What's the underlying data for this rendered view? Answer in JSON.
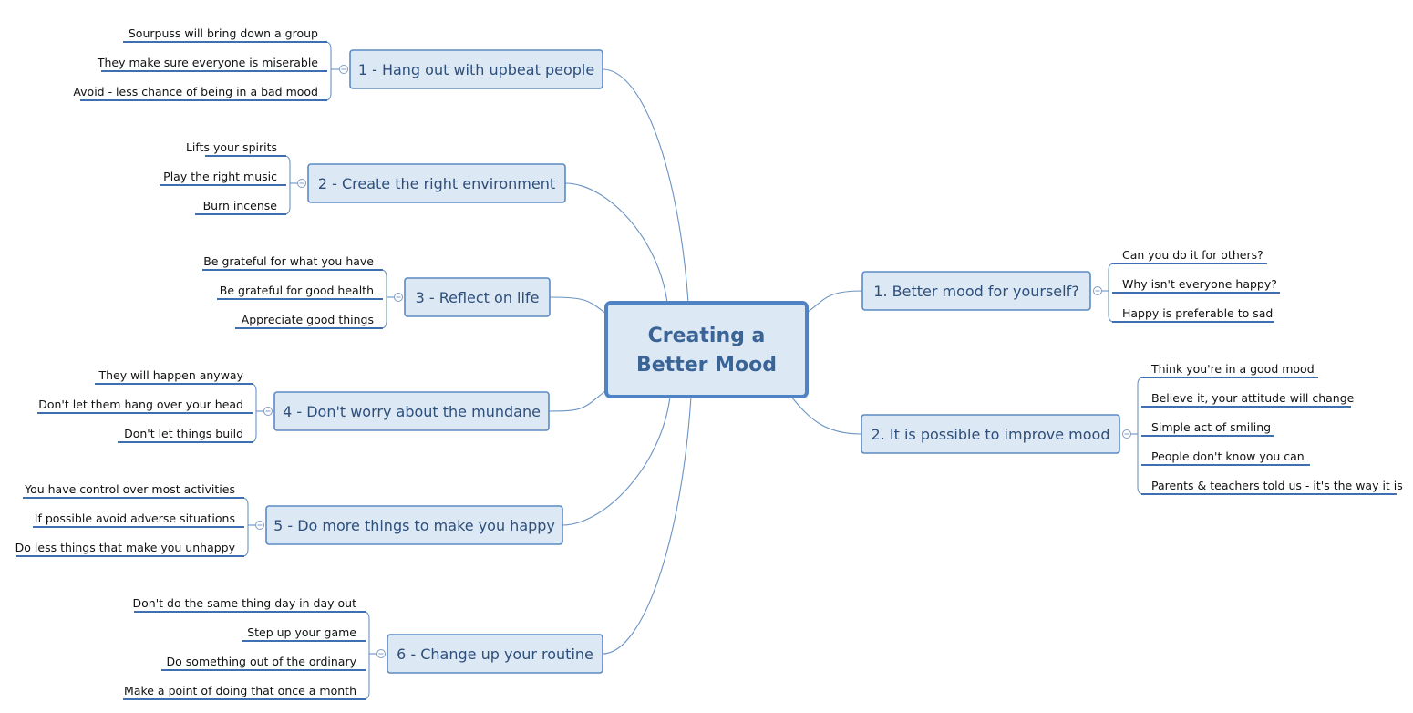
{
  "central": {
    "lines": [
      "Creating a",
      "Better Mood"
    ]
  },
  "branches": [
    {
      "label": "1 - Hang out with upbeat people",
      "children": [
        "Sourpuss will bring down a group",
        "They make sure everyone is miserable",
        "Avoid - less chance of being in a bad mood"
      ]
    },
    {
      "label": "2 - Create the right environment",
      "children": [
        "Lifts your spirits",
        "Play the right music",
        "Burn incense"
      ]
    },
    {
      "label": "3 - Reflect on life",
      "children": [
        "Be grateful for what you have",
        "Be grateful for good health",
        "Appreciate good things"
      ]
    },
    {
      "label": "4 - Don't worry about the mundane",
      "children": [
        "They will happen anyway",
        "Don't let them hang over your head",
        "Don't let things build"
      ]
    },
    {
      "label": "5 - Do more things to make you happy",
      "children": [
        "You have control over most activities",
        "If possible avoid adverse situations",
        "Do less things that make you unhappy"
      ]
    },
    {
      "label": "6 - Change up your routine",
      "children": [
        "Don't do the same thing day in day out",
        "Step up your game",
        "Do something out of the ordinary",
        "Make a point of doing that once a month"
      ]
    },
    {
      "label": "1. Better mood for yourself?",
      "children": [
        "Can you do it for others?",
        "Why isn't everyone happy?",
        "Happy is preferable to sad"
      ]
    },
    {
      "label": "2. It is possible to improve mood",
      "children": [
        "Think you're in a good mood",
        "Believe it, your attitude will change",
        "Simple act of smiling",
        "People don't know you can",
        "Parents & teachers told us - it's the way it is"
      ]
    }
  ]
}
